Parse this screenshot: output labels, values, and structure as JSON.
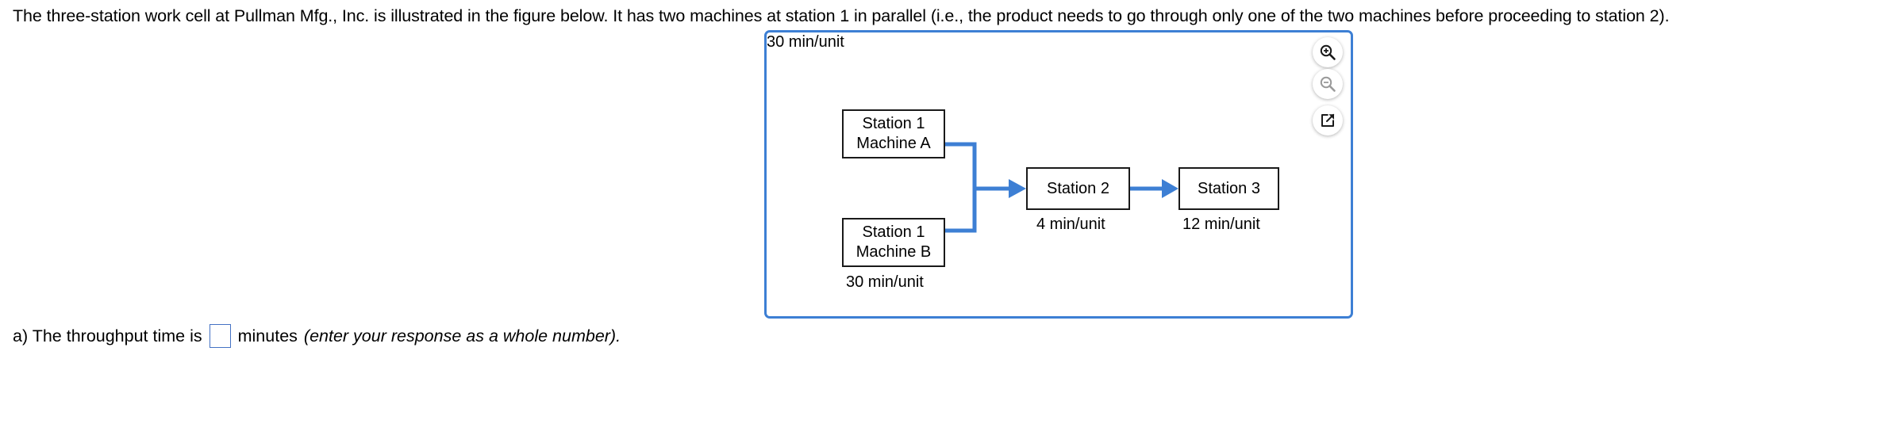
{
  "prompt": {
    "text": "The three-station work cell at Pullman Mfg., Inc. is illustrated in the figure below. It has two machines at station 1 in parallel (i.e., the product needs to go through only one of the two machines before proceeding to station 2)."
  },
  "figure": {
    "border_color": "#3d7fd4",
    "connector_color": "#3d7fd4",
    "controls": [
      {
        "name": "zoom-in-icon",
        "enabled": true,
        "color": "#1a1a1a"
      },
      {
        "name": "zoom-out-icon",
        "enabled": false,
        "color": "#9a9a9a"
      },
      {
        "name": "open-in-new-window-icon",
        "enabled": true,
        "color": "#1a1a1a"
      }
    ],
    "nodes": [
      {
        "id": "machine-a",
        "line1": "Station 1",
        "line2": "Machine A",
        "rate": "30 min/unit",
        "rate_position": "above"
      },
      {
        "id": "machine-b",
        "line1": "Station 1",
        "line2": "Machine B",
        "rate": "30 min/unit",
        "rate_position": "below"
      },
      {
        "id": "station-2",
        "line1": "Station 2",
        "rate": "4 min/unit",
        "rate_position": "below"
      },
      {
        "id": "station-3",
        "line1": "Station 3",
        "rate": "12 min/unit",
        "rate_position": "below"
      }
    ]
  },
  "answer": {
    "label_prefix": "a) The throughput time is",
    "value": "",
    "unit": "minutes",
    "note": "(enter your response as a whole number)."
  }
}
